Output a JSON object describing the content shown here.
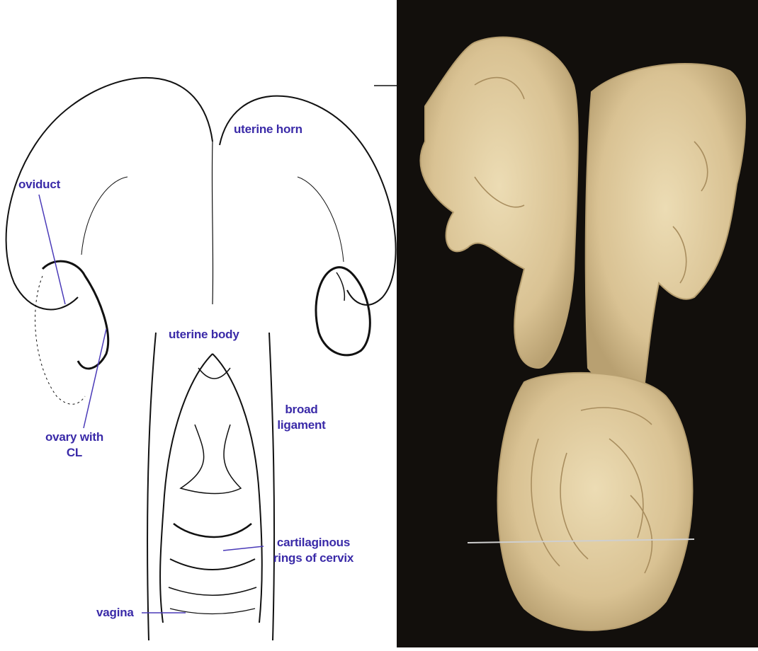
{
  "colors": {
    "label": "#3a2aa8",
    "leader": "#4a3ab8",
    "outline": "#111111",
    "photo_background": "#120f0c",
    "tissue": "#d9c293",
    "tissue_shadow": "#b8a071",
    "tissue_highlight": "#ecdcb4",
    "pin": "#cfcfcf"
  },
  "labels": {
    "uterine_horn": "uterine horn",
    "oviduct": "oviduct",
    "uterine_body": "uterine body",
    "broad_ligament": [
      "broad",
      "ligament"
    ],
    "ovary": [
      "ovary with",
      "CL"
    ],
    "cartilaginous": [
      "cartilaginous",
      "rings of cervix"
    ],
    "vagina": "vagina"
  },
  "icons": {
    "illustration": "uterus-line-drawing",
    "photo": "uterus-specimen-photo"
  }
}
